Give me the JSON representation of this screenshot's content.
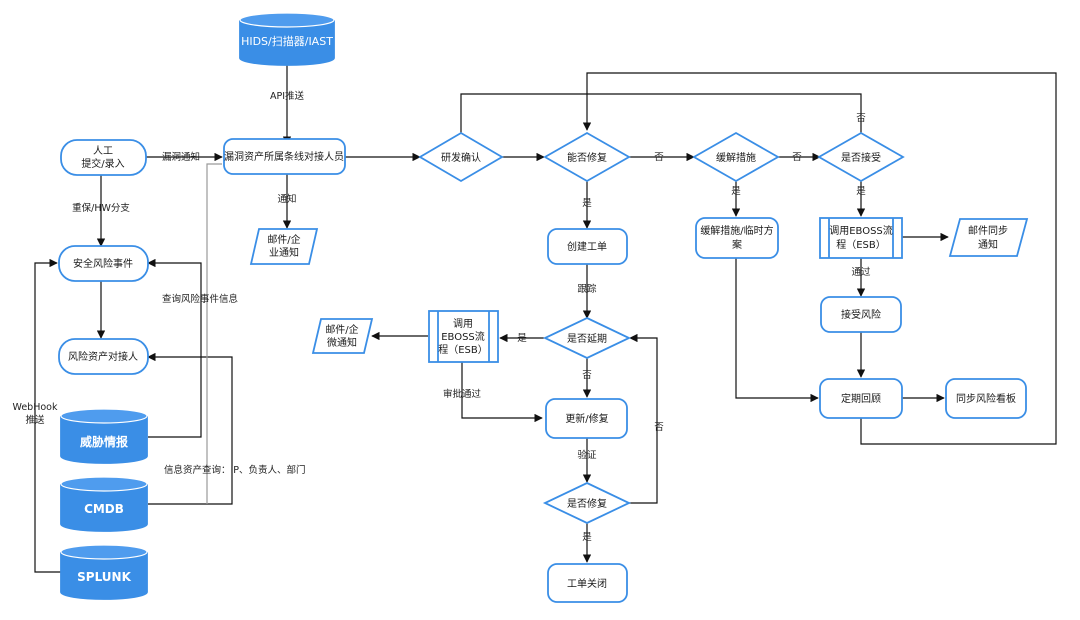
{
  "nodes": {
    "hids": "HIDS/扫描器/IAST",
    "manual": [
      "人工",
      "提交/录入"
    ],
    "dispatch": "漏洞资产所属条线对接人员",
    "rd_confirm": "研发确认",
    "can_fix": "能否修复",
    "mitigation": "缓解措施",
    "accept": "是否接受",
    "mail_enterprise_1": [
      "邮件/企",
      "业通知"
    ],
    "security_event": "安全风险事件",
    "risk_contact": "风险资产对接人",
    "threat_intel": "威胁情报",
    "cmdb": "CMDB",
    "splunk": "SPLUNK",
    "create_ticket": "创建工单",
    "mitigation_plan": [
      "缓解措施/临时方",
      "案"
    ],
    "eboss_accept": [
      "调用EBOSS流",
      "程（ESB）"
    ],
    "mail_sync": [
      "邮件同步",
      "通知"
    ],
    "accept_risk": "接受风险",
    "delay": "是否延期",
    "eboss_delay": [
      "调用",
      "EBOSS流",
      "程（ESB）"
    ],
    "mail_enterprise_2": [
      "邮件/企",
      "微通知"
    ],
    "update_fix": "更新/修复",
    "periodic_review": "定期回顾",
    "sync_board": "同步风险看板",
    "fixed": "是否修复",
    "ticket_closed": "工单关闭"
  },
  "edges": {
    "api_push": "API推送",
    "vuln_notify": "漏洞通知",
    "notify": "通知",
    "critical_hw": "重保/HW分支",
    "query_event": "查询风险事件信息",
    "webhook": [
      "WebHook",
      "推送"
    ],
    "asset_query": "信息资产查询：IP、负责人、部门",
    "no_fix": "否",
    "no_mitigation": "否",
    "no_accept": "否",
    "yes_fix": "是",
    "yes_mitigation": "是",
    "yes_accept": "是",
    "pass": "通过",
    "track": "跟踪",
    "yes_delay": "是",
    "no_delay": "否",
    "approved": "审批通过",
    "verify": "验证",
    "yes_fixed": "是",
    "no_fixed": "否"
  },
  "colors": {
    "accent": "#3a8ee6",
    "database_fill": "#3a8ee6",
    "line": "#111111"
  }
}
